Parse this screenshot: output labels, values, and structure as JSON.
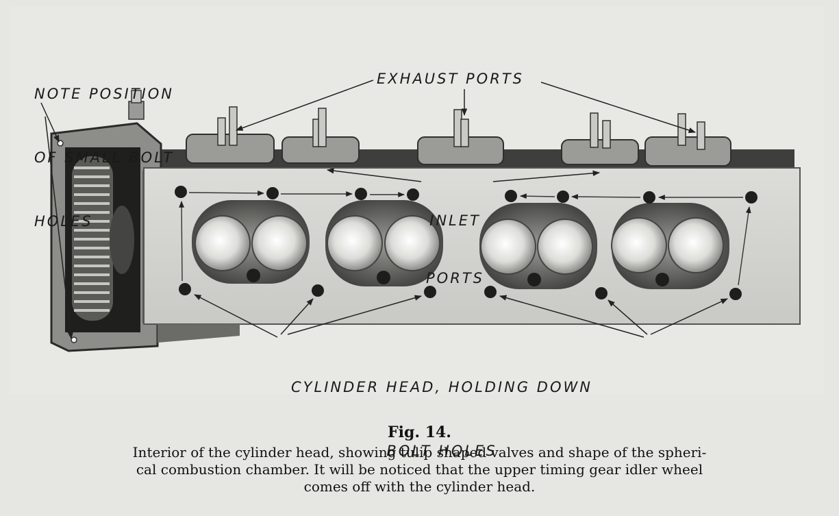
{
  "labels": {
    "note_lines": [
      "NOTE POSITION",
      "OF SMALL BOLT",
      "HOLES"
    ],
    "exhaust": "EXHAUST PORTS",
    "inlet_lines": [
      "INLET",
      "PORTS"
    ],
    "cylinder_lines": [
      "CYLINDER HEAD, HOLDING DOWN",
      "BOLT HOLES"
    ]
  },
  "figure": {
    "title": "Fig. 14.",
    "caption_lines": [
      "Interior of the cylinder head, showing tulip shaped valves and shape of the spheri-",
      "cal combustion chamber.   It will be noticed that the upper timing gear idler wheel",
      "comes off with the cylinder head."
    ]
  }
}
